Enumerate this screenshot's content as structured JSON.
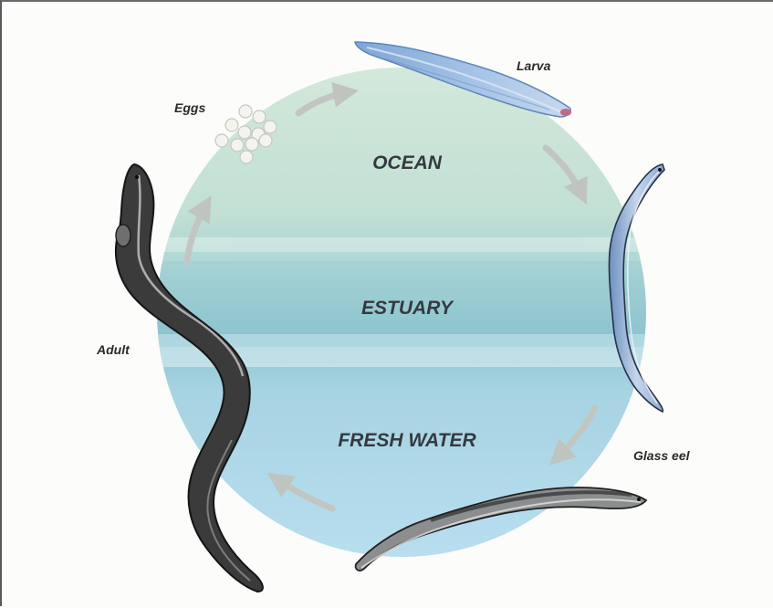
{
  "diagram": {
    "zones": {
      "ocean": "OCEAN",
      "estuary": "ESTUARY",
      "fresh_water": "FRESH WATER"
    },
    "stages": {
      "eggs": "Eggs",
      "larva": "Larva",
      "glass_eel": "Glass eel",
      "adult": "Adult"
    },
    "colors": {
      "ocean": "#cfe5d6",
      "estuary": "#9ccdd2",
      "fresh_water": "#b4dcec",
      "arrow": "#c4c8c4",
      "larva": "#8fb4dc",
      "glass_eel": "#a9c2df",
      "adult": "#3a3a3a"
    }
  }
}
